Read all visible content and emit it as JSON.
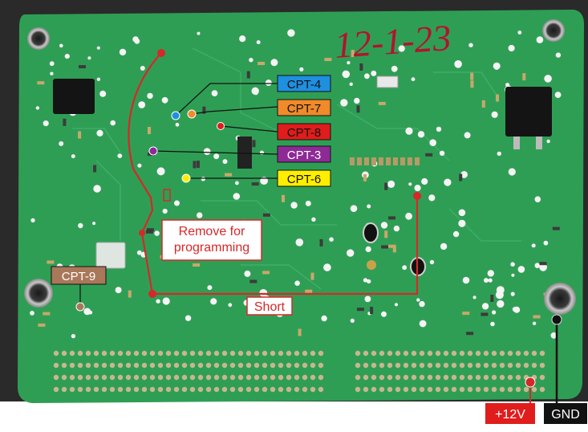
{
  "handwriting": {
    "text": "12-1-23"
  },
  "colors": {
    "board": "#2f9e55",
    "board_dark": "#1f7a3e",
    "trace": "#3fae66",
    "wire_red": "#d62828",
    "wire_black": "#111111",
    "pin": "#c9b68f",
    "chip": "#141414",
    "via": "#f4f4f4"
  },
  "labels": {
    "cpt4": {
      "text": "CPT-4",
      "color": "#1f8fe0",
      "text_color": "#111111"
    },
    "cpt7": {
      "text": "CPT-7",
      "color": "#f08a2a",
      "text_color": "#111111"
    },
    "cpt8": {
      "text": "CPT-8",
      "color": "#e01c1c",
      "text_color": "#111111"
    },
    "cpt3": {
      "text": "CPT-3",
      "color": "#8e2a96",
      "text_color": "#ffffff"
    },
    "cpt6": {
      "text": "CPT-6",
      "color": "#ffee00",
      "text_color": "#111111"
    },
    "cpt9": {
      "text": "CPT-9",
      "color": "#a9785a",
      "text_color": "#ffffff"
    }
  },
  "notes": {
    "remove": "Remove for\nprogramming",
    "short": "Short",
    "plus12v": "+12V",
    "gnd": "GND"
  }
}
